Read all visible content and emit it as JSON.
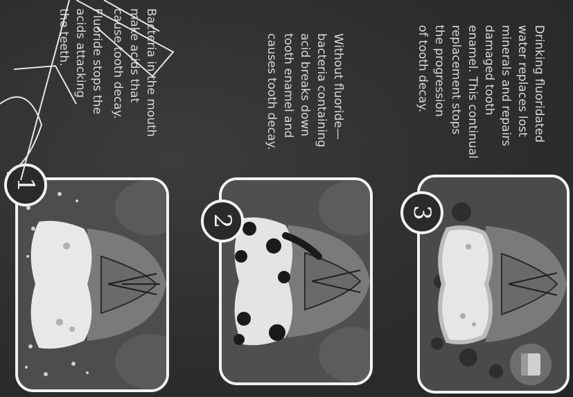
{
  "steps": [
    {
      "number": "1",
      "lines_a": [
        "Bacteria in the mouth",
        "make acids that",
        "cause tooth decay."
      ],
      "lines_b": [
        "Fluoride stops the",
        "acids attacking",
        "the teeth."
      ]
    },
    {
      "number": "2",
      "lines_a": [
        "Without fluoride—",
        "bacteria containing",
        "acid breaks down",
        "tooth enamel and",
        "causes tooth decay."
      ]
    },
    {
      "number": "3",
      "lines_a": [
        "Drinking fluoridated",
        "water replaces lost",
        "minerals and repairs",
        "damaged tooth",
        "enamel. This continual",
        "replacement stops",
        "the progression",
        "of tooth decay."
      ]
    }
  ],
  "colors": {
    "background": "#323232",
    "frame": "#f2f2f2",
    "text": "#d9d9d9",
    "tooth": "#e8e8e8",
    "decay": "#1a1a1a"
  },
  "icons": [
    "tooth-healthy-illustration",
    "tooth-decay-illustration",
    "tooth-repaired-illustration",
    "water-glass-icon"
  ]
}
